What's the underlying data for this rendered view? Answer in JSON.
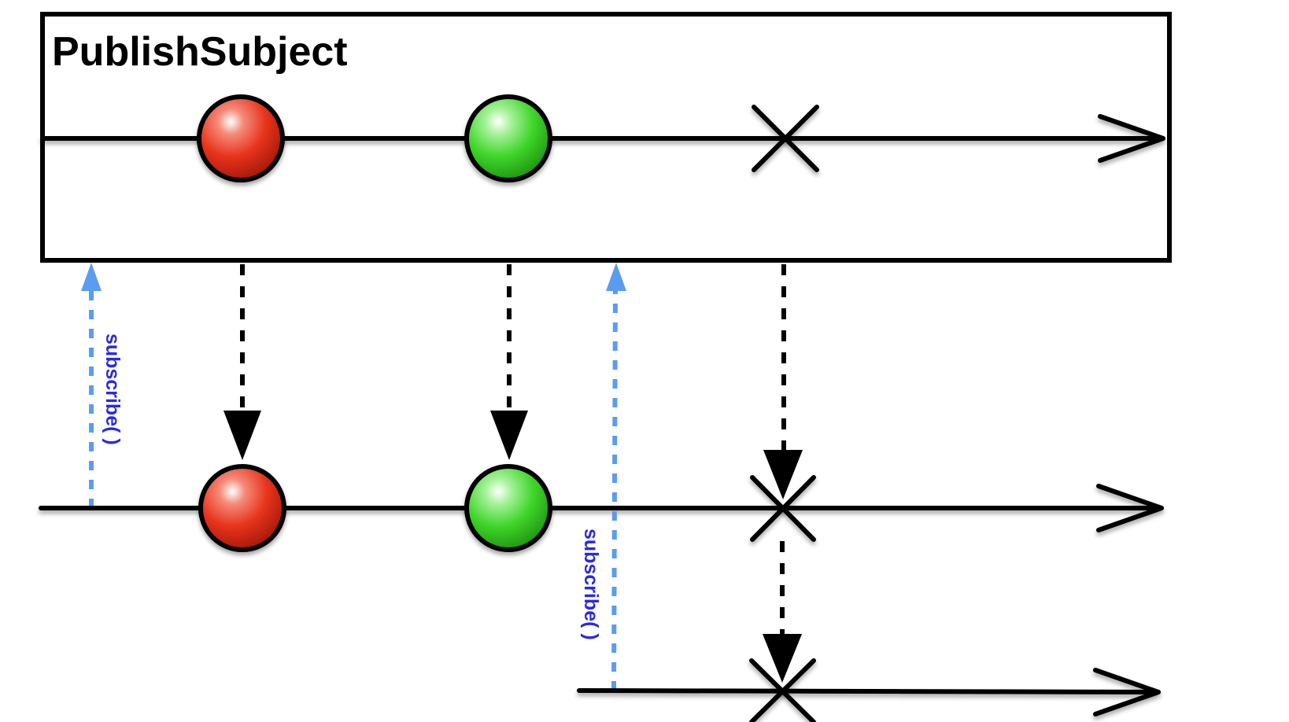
{
  "title": "PublishSubject",
  "subscribe_labels": [
    "subscribe( )",
    "subscribe( )"
  ],
  "colors": {
    "red_marble": "#e8331c",
    "green_marble": "#3fd62a",
    "subscribe_arrow": "#5a9cf0",
    "subscribe_text": "#2a2ae0"
  },
  "source": {
    "items": [
      {
        "kind": "item",
        "color": "red"
      },
      {
        "kind": "item",
        "color": "green"
      },
      {
        "kind": "error"
      }
    ]
  },
  "observers": [
    {
      "subscribe_label_index": 0,
      "receives": [
        {
          "kind": "item",
          "color": "red"
        },
        {
          "kind": "item",
          "color": "green"
        },
        {
          "kind": "error"
        }
      ]
    },
    {
      "subscribe_label_index": 1,
      "receives": [
        {
          "kind": "error"
        }
      ]
    }
  ]
}
